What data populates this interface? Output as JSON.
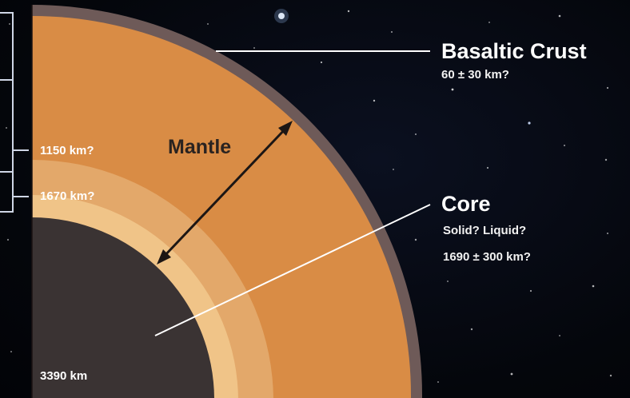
{
  "labels": {
    "crust_title": "Basaltic Crust",
    "crust_thickness": "60 ± 30 km?",
    "mantle_title": "Mantle",
    "core_title": "Core",
    "core_state": "Solid? Liquid?",
    "core_radius": "1690 ± 300 km?",
    "depth_1150": "1150 km?",
    "depth_1670": "1670 km?",
    "radius_3390": "3390 km"
  },
  "colors": {
    "space": "#05070d",
    "crust": "#6e5a58",
    "mantle_outer": "#d98c45",
    "mantle_middle": "#e3a86a",
    "mantle_inner": "#f0c488",
    "core": "#3a3333",
    "leader_line": "#ffffff",
    "arrow": "#1c1614"
  }
}
